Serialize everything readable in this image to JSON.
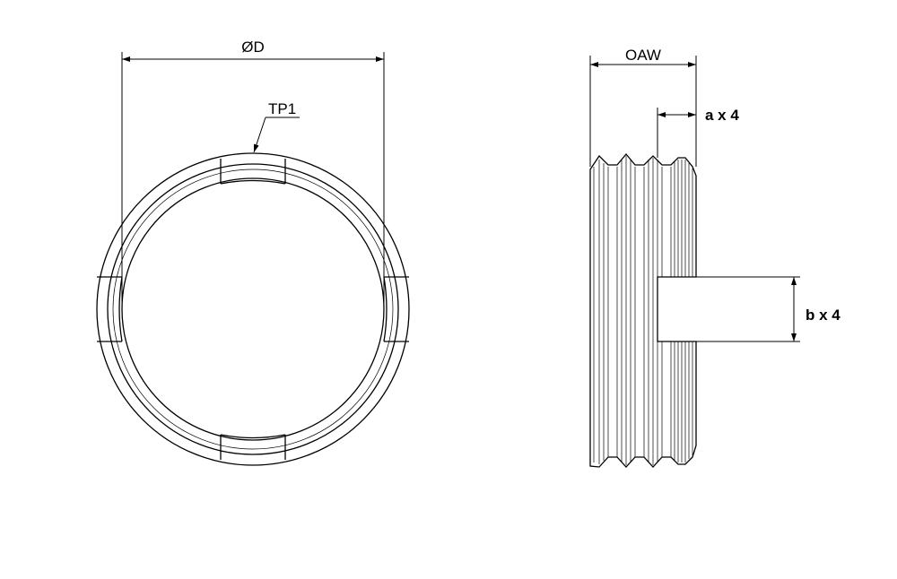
{
  "labels": {
    "diameter": "ØD",
    "tp1": "TP1",
    "oaw": "OAW",
    "a": "a x 4",
    "b": "b x 4"
  }
}
